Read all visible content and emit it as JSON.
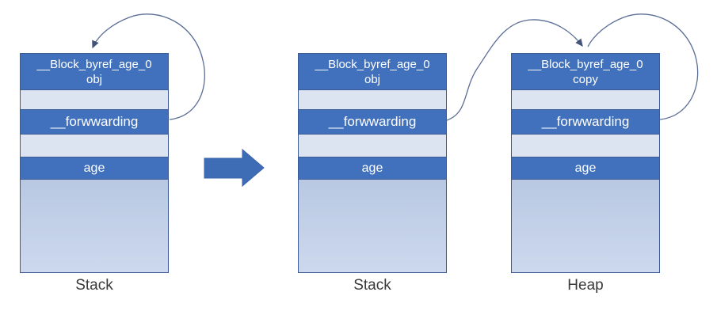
{
  "colors": {
    "bg": "#ffffff",
    "row_dark": "#4171bd",
    "row_light": "#dde4f1",
    "row_text": "#ffffff",
    "block_border": "#3c5a94",
    "body_gradient_top": "#b9c8e2",
    "body_gradient_bottom": "#ccd8ee",
    "arrow_fill": "#3e6cb5",
    "arrow_border": "#3a63ad",
    "connector_stroke": "#5b6e96",
    "arrowhead": "#44537a",
    "label_color": "#3a3a3a"
  },
  "blocks": [
    {
      "label": "Stack",
      "header_line1": "__Block_byref_age_0",
      "header_line2": "obj",
      "forwarding": "__forwwarding",
      "variable": "age"
    },
    {
      "label": "Stack",
      "header_line1": "__Block_byref_age_0",
      "header_line2": "obj",
      "forwarding": "__forwwarding",
      "variable": "age"
    },
    {
      "label": "Heap",
      "header_line1": "__Block_byref_age_0",
      "header_line2": "copy",
      "forwarding": "__forwwarding",
      "variable": "age"
    }
  ],
  "connectors": [
    {
      "name": "stack1-forwarding-self-loop",
      "from": "stack1.__forwwarding",
      "to": "stack1.top"
    },
    {
      "name": "stack2-forwarding-to-heap",
      "from": "stack2.__forwwarding",
      "to": "heap.top"
    },
    {
      "name": "heap-forwarding-self-loop",
      "from": "heap.__forwwarding",
      "to": "heap.top"
    }
  ],
  "transform_arrow": {
    "name": "copy-transition-arrow",
    "direction": "right"
  }
}
